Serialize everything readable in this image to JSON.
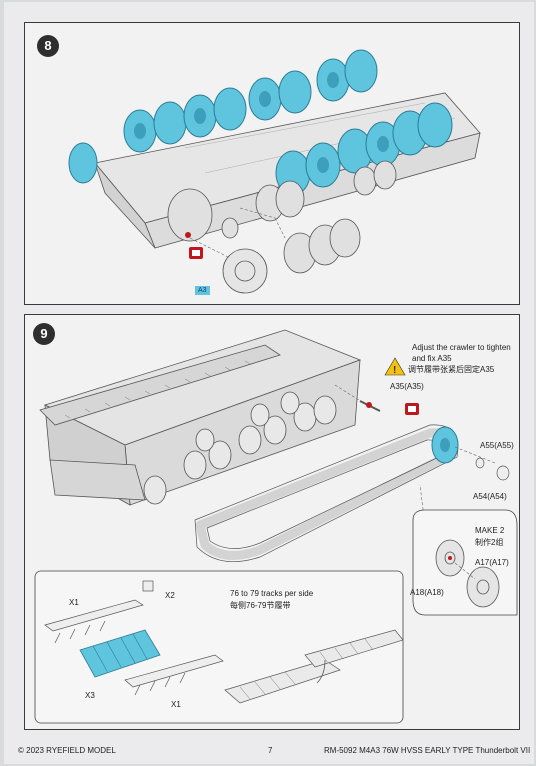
{
  "step8": {
    "number": "8",
    "part_tag": "A3"
  },
  "step9": {
    "number": "9",
    "warning_en": "Adjust the crawler to tighten and fix A35",
    "warning_zh": "调节履带张紧后固定A35",
    "parts": {
      "a35": "A35(A35)",
      "a55": "A55(A55)",
      "a54": "A54(A54)",
      "a17": "A17(A17)",
      "a18": "A18(A18)"
    },
    "make_en": "MAKE 2",
    "make_zh": "制作2组",
    "tracks_en": "76 to 79 tracks per side",
    "tracks_zh": "每侧76-79节履带",
    "labels": {
      "x1_top": "X1",
      "x2": "X2",
      "x3": "X3",
      "x1_bottom": "X1"
    }
  },
  "footer": {
    "copyright": "© 2023 RYEFIELD MODEL",
    "page": "7",
    "title": "RM-5092 M4A3 76W HVSS EARLY TYPE Thunderbolt VII"
  },
  "colors": {
    "highlight": "#5fc4de",
    "warning": "#f4c20d",
    "glue": "#c0161e"
  }
}
